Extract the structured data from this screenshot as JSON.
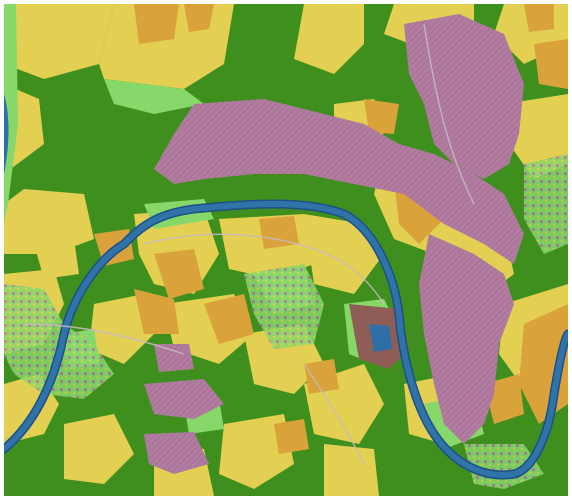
{
  "map": {
    "kind": "land-cover",
    "legend": [],
    "land_cover_classes": [
      {
        "id": "forest",
        "color": "#3f8f1f"
      },
      {
        "id": "cropland",
        "color": "#e3cf52"
      },
      {
        "id": "fallow",
        "color": "#d9a23b"
      },
      {
        "id": "grassland",
        "color": "#86d86a"
      },
      {
        "id": "urban",
        "color": "#b27ba0"
      },
      {
        "id": "water",
        "color": "#2f6fa8"
      },
      {
        "id": "wetland",
        "color": "#8e5d55"
      }
    ],
    "river": {
      "color": "#2f73a9",
      "stroke": "#1e4f86"
    }
  }
}
